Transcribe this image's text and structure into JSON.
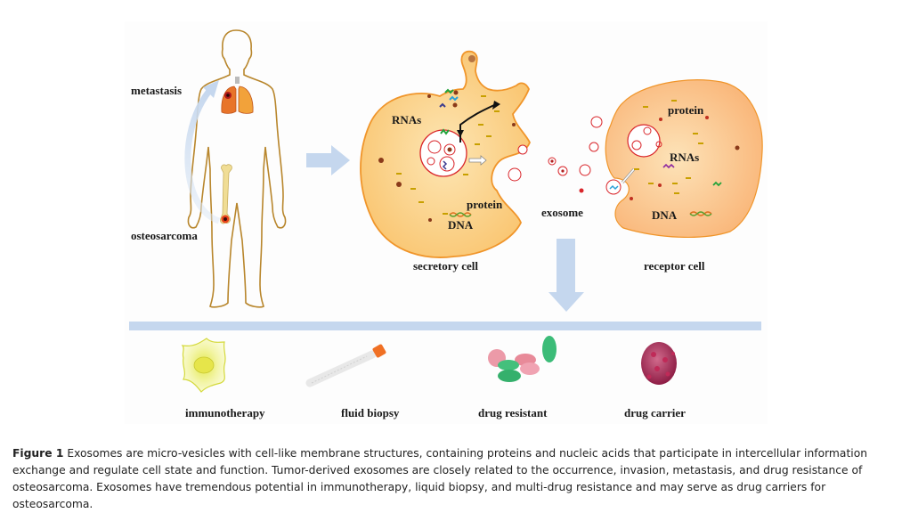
{
  "figure": {
    "labels": {
      "metastasis": "metastasis",
      "osteosarcoma": "osteosarcoma",
      "rnas_secretory": "RNAs",
      "protein_secretory": "protein",
      "dna_secretory": "DNA",
      "exosome": "exosome",
      "protein_receptor": "protein",
      "rnas_receptor": "RNAs",
      "dna_receptor": "DNA",
      "secretory_cell": "secretory cell",
      "receptor_cell": "receptor cell"
    },
    "applications": [
      {
        "label": "immunotherapy",
        "icon": "cell-icon"
      },
      {
        "label": "fluid biopsy",
        "icon": "test-tube-icon"
      },
      {
        "label": "drug resistant",
        "icon": "pills-icon"
      },
      {
        "label": "drug carrier",
        "icon": "virus-particle-icon"
      }
    ],
    "colors": {
      "arrow_blue": "#c5d7ee",
      "cell_fill": "#fbd08a",
      "cell_stroke": "#f0952a",
      "receptor_fill": "#fcc48c",
      "body_outline": "#b8862c",
      "vesicle_red": "#d9262b"
    }
  },
  "caption": {
    "label": "Figure 1",
    "text": "Exosomes are micro-vesicles with cell-like membrane structures, containing proteins and nucleic acids that participate in intercellular information exchange and regulate cell state and function. Tumor-derived exosomes are closely related to the occurrence, invasion, metastasis, and drug resistance of osteosarcoma. Exosomes have tremendous potential in immunotherapy, liquid biopsy, and multi-drug resistance and may serve as drug carriers for osteosarcoma."
  }
}
